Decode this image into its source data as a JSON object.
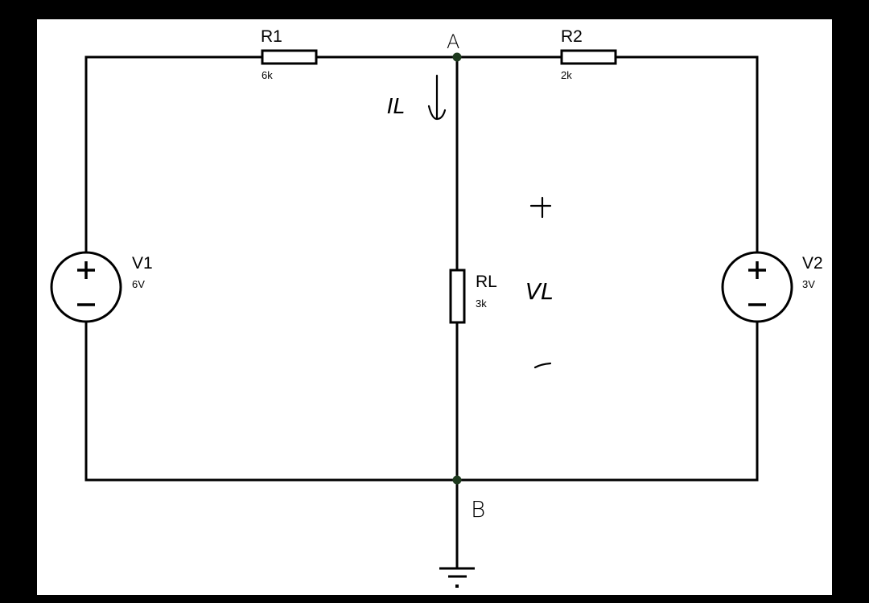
{
  "diagram": {
    "type": "electrical-circuit-schematic",
    "colors": {
      "background": "#000000",
      "canvas": "#ffffff",
      "wire": "#000000",
      "junction": "#1e3a1e"
    },
    "components": {
      "R1": {
        "name": "R1",
        "value": "6k"
      },
      "R2": {
        "name": "R2",
        "value": "2k"
      },
      "RL": {
        "name": "RL",
        "value": "3k"
      },
      "V1": {
        "name": "V1",
        "value": "6V",
        "plus": "+",
        "minus": "−"
      },
      "V2": {
        "name": "V2",
        "value": "3V",
        "plus": "+",
        "minus": "−"
      }
    },
    "nodes": {
      "A": "A",
      "B": "B"
    },
    "annotations": {
      "current_label": "IL",
      "current_direction": "down",
      "voltage_label": "VL",
      "voltage_plus": "+",
      "voltage_minus": "−"
    },
    "ground": "ground-symbol"
  }
}
